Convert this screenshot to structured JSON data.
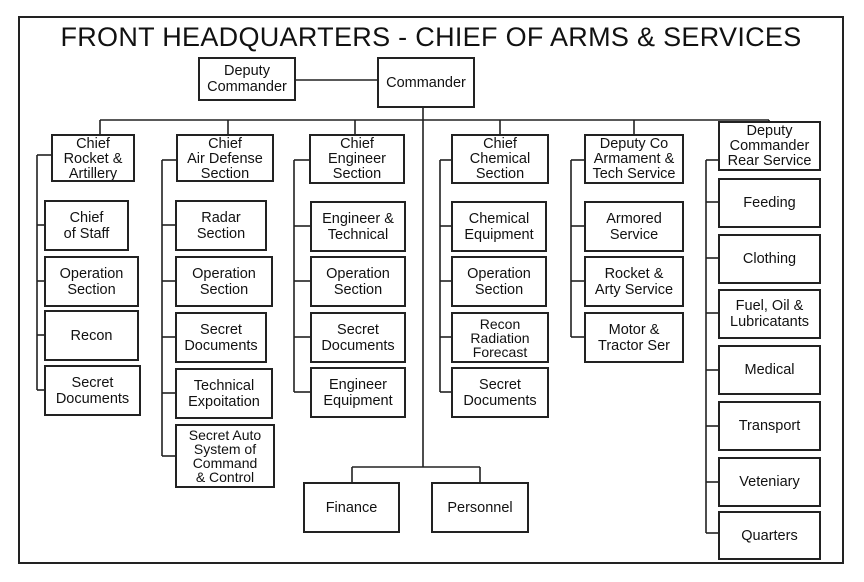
{
  "title": "FRONT HEADQUARTERS - CHIEF OF ARMS & SERVICES",
  "commander": "Commander",
  "deputy_commander": "Deputy\nCommander",
  "columns": [
    {
      "head": "Chief\nRocket &\nArtillery",
      "items": [
        "Chief\nof Staff",
        "Operation\nSection",
        "Recon",
        "Secret\nDocuments"
      ]
    },
    {
      "head": "Chief\nAir Defense\nSection",
      "items": [
        "Radar\nSection",
        "Operation\nSection",
        "Secret\nDocuments",
        "Technical\nExpoitation",
        "Secret Auto\nSystem of\nCommand\n& Control"
      ]
    },
    {
      "head": "Chief\nEngineer\nSection",
      "items": [
        "Engineer &\nTechnical",
        "Operation\nSection",
        "Secret\nDocuments",
        "Engineer\nEquipment"
      ]
    },
    {
      "head": "Chief\nChemical\nSection",
      "items": [
        "Chemical\nEquipment",
        "Operation\nSection",
        "Recon\nRadiation\nForecast",
        "Secret\nDocuments"
      ]
    },
    {
      "head": "Deputy Co\nArmament &\nTech Service",
      "items": [
        "Armored\nService",
        "Rocket &\nArty Service",
        "Motor &\nTractor Ser"
      ]
    },
    {
      "head": "Deputy\nCommander\nRear Service",
      "items": [
        "Feeding",
        "Clothing",
        "Fuel, Oil &\nLubricatants",
        "Medical",
        "Transport",
        "Veteniary",
        "Quarters"
      ]
    }
  ],
  "bottom": [
    "Finance",
    "Personnel"
  ]
}
